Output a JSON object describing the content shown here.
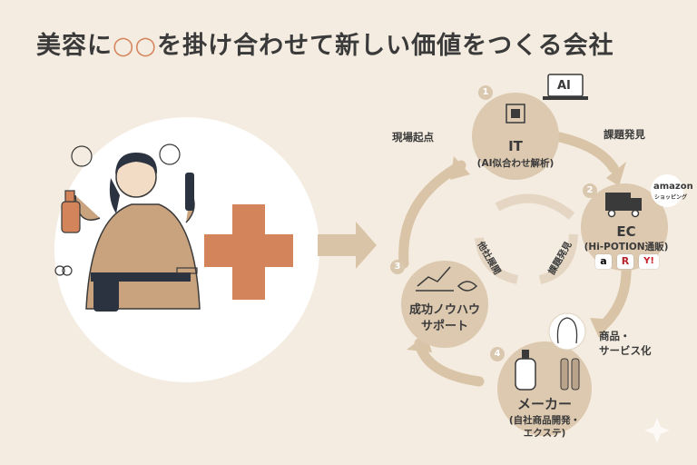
{
  "title": {
    "prefix": "美容に",
    "accent": "○○",
    "suffix": "を掛け合わせて新しい価値をつくる会社"
  },
  "nodes": [
    {
      "number": "1",
      "title": "IT",
      "subtitle": "(AI似合わせ解析)"
    },
    {
      "number": "2",
      "title": "EC",
      "subtitle": "(Hi-POTION通販)"
    },
    {
      "number": "3",
      "title": "成功ノウハウ",
      "title2": "サポート"
    },
    {
      "number": "4",
      "title": "メーカー",
      "subtitle": "(自社商品開発・",
      "subtitle2": "エクステ)"
    }
  ],
  "flows": {
    "genba": "現場起点",
    "kadai": "課題発見",
    "shohin": "商品・",
    "shohin2": "サービス化"
  },
  "inner": {
    "left": "他社展開",
    "right": "課題発見"
  },
  "icons": {
    "laptop_text": "AI",
    "amazon": "amazon",
    "amazon_sub": "ショッピング",
    "store_a": "a",
    "store_r": "R",
    "store_y": "Y!"
  },
  "colors": {
    "background": "#f4ece0",
    "accent": "#d4845a",
    "node": "#dcc9b0",
    "arrow": "#d9c4a7"
  }
}
